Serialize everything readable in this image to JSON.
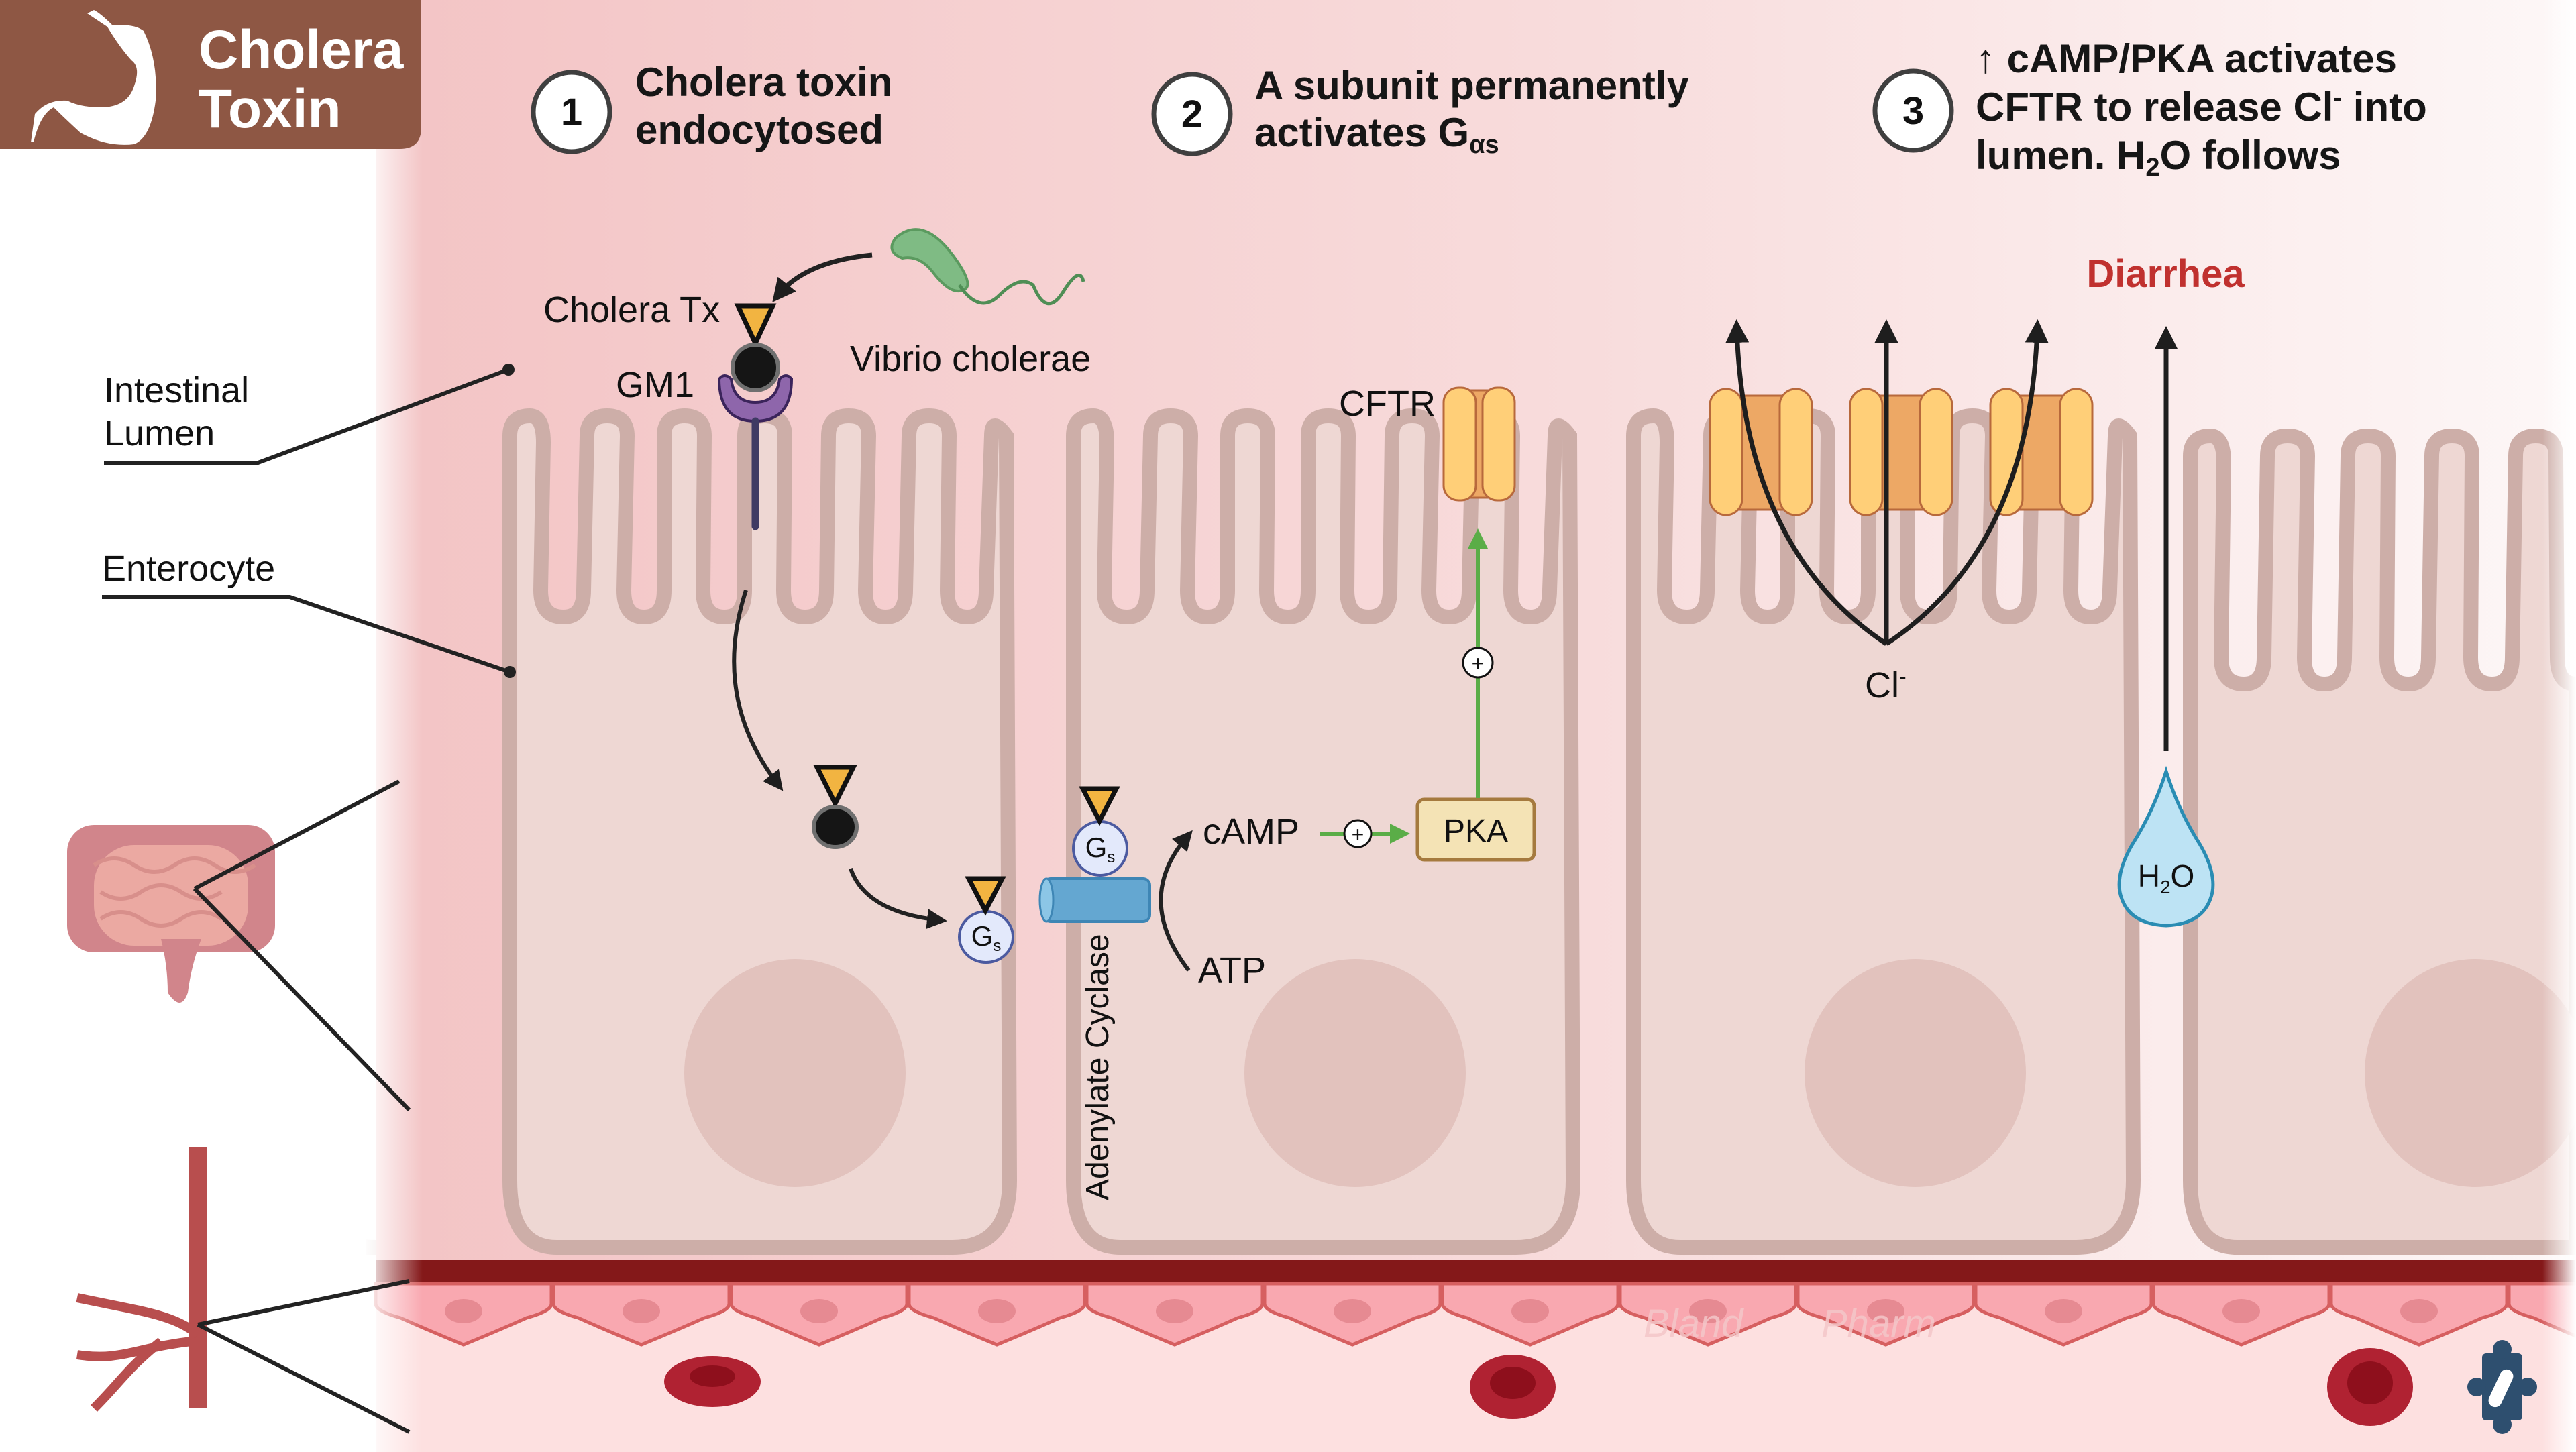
{
  "title": {
    "line1": "Cholera",
    "line2": "Toxin",
    "icon": "stomach-icon",
    "bg_color": "#8e5744"
  },
  "steps": [
    {
      "number": "1",
      "line1": "Cholera toxin",
      "line2": "endocytosed"
    },
    {
      "number": "2",
      "line1": "A subunit permanently",
      "line2_main": "activates G",
      "line2_sub": "αs"
    },
    {
      "number": "3",
      "line1": "↑ cAMP/PKA activates",
      "line2_main": "CFTR to release Cl",
      "line2_sup": "-",
      "line2_tail": " into",
      "line3_a": "lumen. H",
      "line3_sub": "2",
      "line3_b": "O follows"
    }
  ],
  "left_labels": {
    "lumen_line1": "Intestinal",
    "lumen_line2": "Lumen",
    "enterocyte": "Enterocyte"
  },
  "diagram": {
    "cholera_tx": "Cholera Tx",
    "gm1": "GM1",
    "vibrio": "Vibrio cholerae",
    "gs_main": "G",
    "gs_sub": "s",
    "adenylate_cyclase": "Adenylate Cyclase",
    "camp": "cAMP",
    "atp": "ATP",
    "pka": "PKA",
    "plus": "+",
    "cftr": "CFTR",
    "cl_main": "Cl",
    "cl_sup": "-",
    "diarrhea": "Diarrhea",
    "h2o_a": "H",
    "h2o_sub": "2",
    "h2o_b": "O",
    "watermark_1": "Bland",
    "watermark_2": "Pharm"
  },
  "colors": {
    "toxin": "#f2b441",
    "gm1": "#8e66ab",
    "gs_fill": "#e3e9fb",
    "adenylate": "#64a7d1",
    "pka_fill": "#f4e3b5",
    "cftr_outer": "#ffcf78",
    "cftr_inner": "#eda865",
    "activation_green": "#5aad47",
    "diarrhea_red": "#c0312f",
    "capillary": "#841819",
    "water": "#bde3f4",
    "logo": "#2e4f6f"
  }
}
